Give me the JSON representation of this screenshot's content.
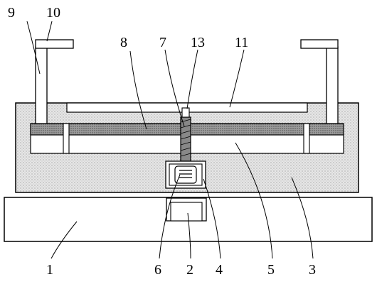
{
  "diagram": {
    "colors": {
      "line": "#000000",
      "background": "#ffffff",
      "body_fill": "#e6e6e6",
      "rail_fill": "#9a9a9a",
      "screw_fill": "#888888"
    },
    "labels": [
      {
        "id": "label-1",
        "text": "1"
      },
      {
        "id": "label-2",
        "text": "2"
      },
      {
        "id": "label-3",
        "text": "3"
      },
      {
        "id": "label-4",
        "text": "4"
      },
      {
        "id": "label-5",
        "text": "5"
      },
      {
        "id": "label-6",
        "text": "6"
      },
      {
        "id": "label-7",
        "text": "7"
      },
      {
        "id": "label-8",
        "text": "8"
      },
      {
        "id": "label-9",
        "text": "9"
      },
      {
        "id": "label-10",
        "text": "10"
      },
      {
        "id": "label-11",
        "text": "11"
      },
      {
        "id": "label-13",
        "text": "13"
      }
    ]
  }
}
